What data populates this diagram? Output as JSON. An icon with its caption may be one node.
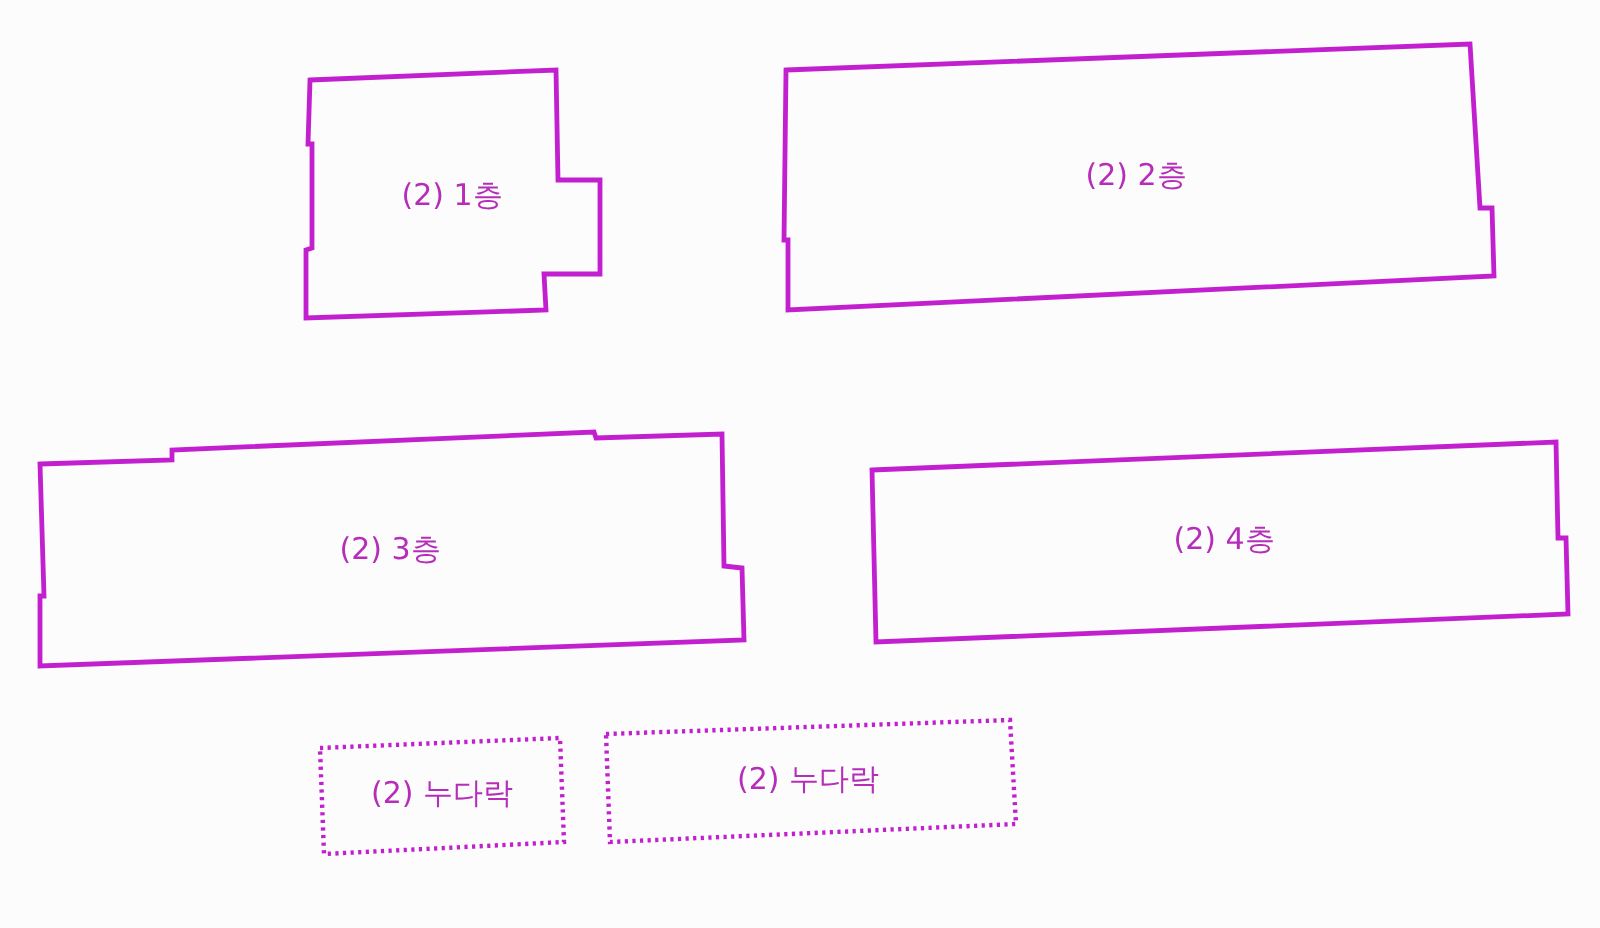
{
  "diagram": {
    "nodes": [
      {
        "text": [
          "(2) 1층"
        ]
      },
      {
        "text": [
          "(2) 2층"
        ]
      },
      {
        "text": [
          "(2) 3층"
        ]
      },
      {
        "text": [
          "(2) 4층"
        ]
      },
      {
        "text": [
          "(2) 누다락"
        ]
      },
      {
        "text": [
          "(2) 누다락"
        ]
      }
    ]
  }
}
